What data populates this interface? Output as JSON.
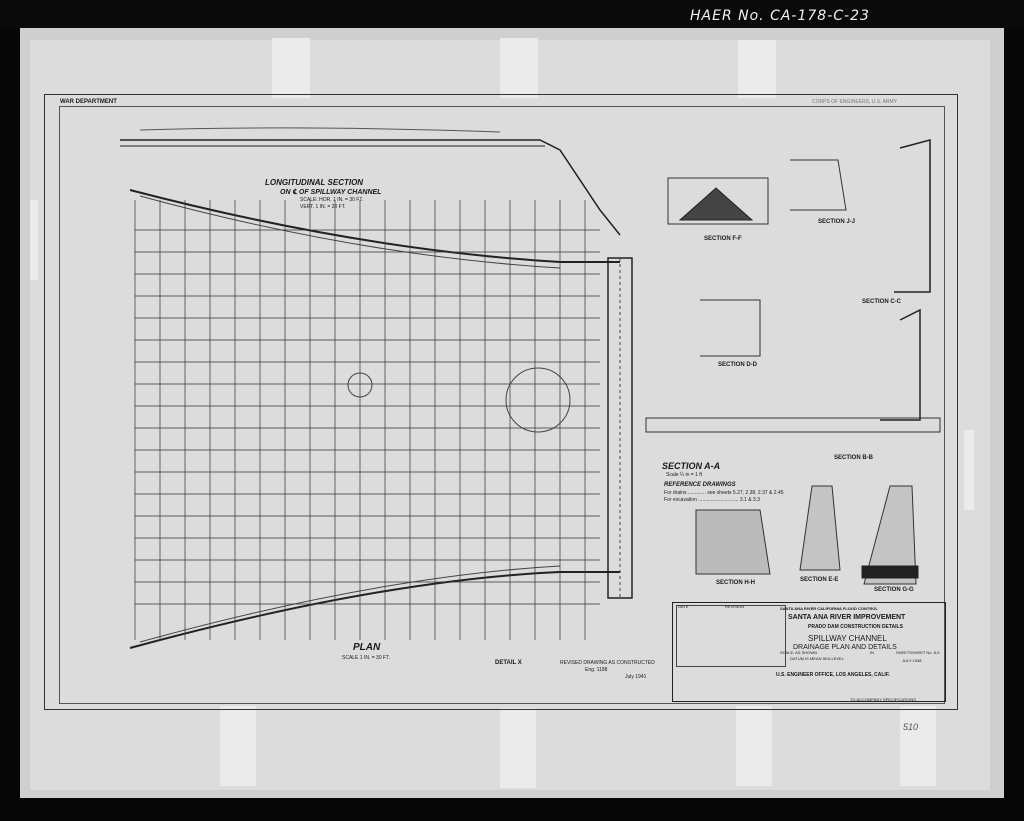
{
  "haer_label": "HAER No. CA-178-C-23",
  "war_department": "WAR DEPARTMENT",
  "corps_of_engineers": "CORPS OF ENGINEERS, U.S. ARMY",
  "longitudinal_section": {
    "title": "LONGITUDINAL SECTION",
    "subtitle": "ON ℄ OF SPILLWAY CHANNEL",
    "scale_hor": "SCALE: HOR. 1 IN. = 30 FT.",
    "scale_vert": "VERT. 1 IN. = 20 FT."
  },
  "plan": {
    "title": "PLAN",
    "scale": "SCALE 1 IN. = 30 FT."
  },
  "detail_x": "DETAIL X",
  "sections": {
    "aa_title": "SECTION A-A",
    "aa_scale": "Scale ¼ in = 1 ft",
    "ff": "SECTION F-F",
    "jj": "SECTION J-J",
    "cc": "SECTION C-C",
    "dd": "SECTION D-D",
    "bb": "SECTION B-B",
    "hh": "SECTION H-H",
    "ee": "SECTION E-E",
    "gg": "SECTION G-G"
  },
  "reference_drawings": {
    "title": "REFERENCE DRAWINGS",
    "line1": "For drains ............. see sheets 5.27, 2.38, 2.37 & 2.45",
    "line2": "For excavation ............................. 3.1 & 3.3"
  },
  "title_block": {
    "line1": "SANTA ANA RIVER CALIFORNIA FLOOD CONTROL",
    "line2": "SANTA ANA RIVER IMPROVEMENT",
    "line3": "PRADO DAM CONSTRUCTION DETAILS",
    "line4": "SPILLWAY CHANNEL",
    "line5": "DRAINAGE PLAN AND DETAILS",
    "scale": "SCALE: AS SHOWN",
    "datum": "DATUM IS MEAN SEA LEVEL",
    "office": "U.S. ENGINEER OFFICE, LOS ANGELES, CALIF.",
    "date": "JULY 1938",
    "sheet_no": "SHEET No. 8-9",
    "in_sheets": "IN",
    "sheets": "SHEETS",
    "accompany": "TO ACCOMPANY SPECIFICATIONS",
    "rev_date": "DATE",
    "rev_revision": "REVISION"
  },
  "bottom_notes": {
    "line1": "REVISED DRAWING AS CONSTRUCTED",
    "line2": "Eng. 1188",
    "line3": "July 1941"
  },
  "pencil_number": "510"
}
